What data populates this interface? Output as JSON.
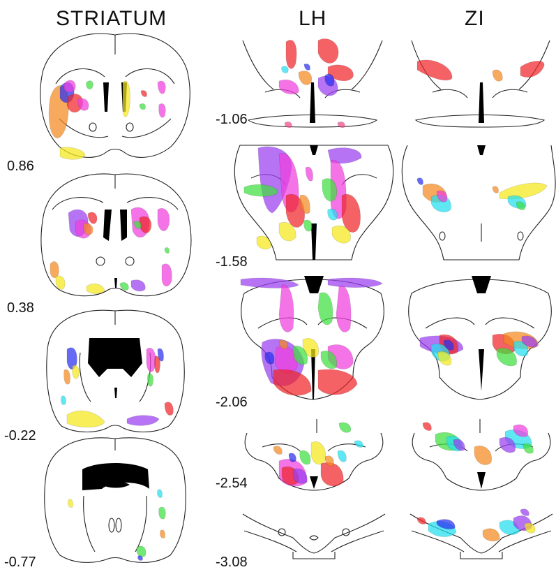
{
  "headers": {
    "striatum": "STRIATUM",
    "lh": "LH",
    "zi": "ZI"
  },
  "striatum_levels": [
    "0.86",
    "0.38",
    "-0.22",
    "-0.77"
  ],
  "lh_zi_levels": [
    "-1.06",
    "-1.58",
    "-2.06",
    "-2.54",
    "-3.08"
  ],
  "colors": {
    "red": "#f0262a",
    "orange": "#f58a1f",
    "yellow": "#f5e81a",
    "green": "#3fe03f",
    "cyan": "#22e0f0",
    "blue": "#2a30f0",
    "purple": "#9b3ff0",
    "magenta": "#f03fe0",
    "pink": "#f04a8a"
  }
}
